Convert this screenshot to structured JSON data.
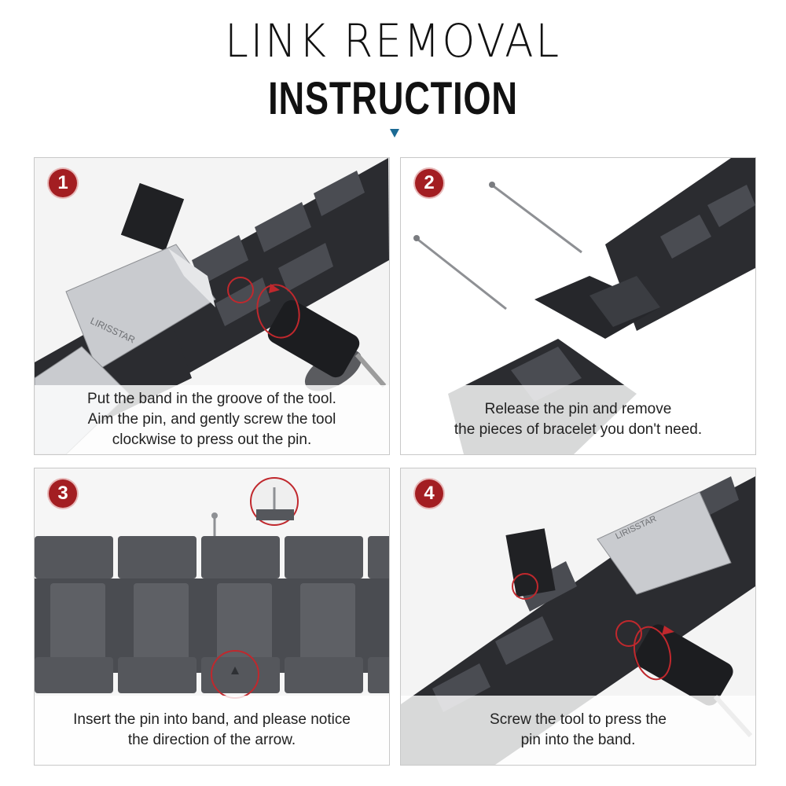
{
  "header": {
    "title_line1": "LINK REMOVAL",
    "title_line2": "INSTRUCTION"
  },
  "accent_color": "#a31e22",
  "steps": [
    {
      "number": "1",
      "caption": [
        "Put the band in the groove of the tool.",
        "Aim the pin, and gently screw the tool",
        "clockwise to press out the pin."
      ],
      "engraving": "LIRISSTAR"
    },
    {
      "number": "2",
      "caption": [
        "Release the pin and remove",
        "the pieces of bracelet you don't need."
      ]
    },
    {
      "number": "3",
      "caption": [
        "Insert the pin into band, and please notice",
        "the direction of the arrow."
      ]
    },
    {
      "number": "4",
      "caption": [
        "Screw the tool to press the",
        "pin into the band."
      ],
      "engraving": "LIRISSTAR"
    }
  ]
}
